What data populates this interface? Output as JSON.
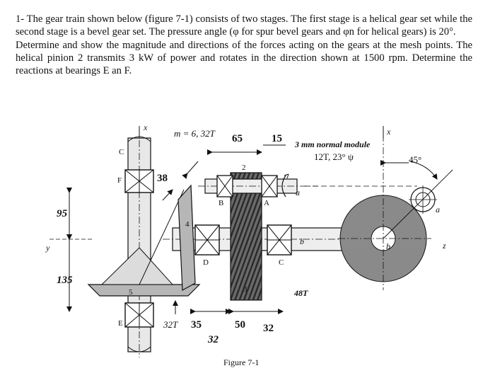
{
  "problem": {
    "paragraph1": "1- The gear train shown below (figure 7-1) consists of two stages. The first stage is a helical gear set while the second stage is a bevel gear set. The pressure angle (φ for spur bevel gears and φn for helical gears) is 20°.",
    "paragraph2": "Determine and show the magnitude and directions of the forces acting on the gears at the mesh points. The helical pinion 2 transmits 3 kW of power and rotates in the direction shown at 1500 rpm. Determine the reactions at bearings E an F."
  },
  "figure": {
    "caption": "Figure 7-1",
    "labels": {
      "x_top": "x",
      "x_right": "x",
      "y_axis": "y",
      "z_axis": "z",
      "bevel_spec": "m = 6, 32T",
      "helical_spec_1": "3 mm normal module",
      "helical_spec_2": "12T, 23° ψ",
      "angle": "45°",
      "dim_65": "65",
      "dim_15": "15",
      "dim_38": "38",
      "dim_95": "95",
      "dim_135": "135",
      "dim_35": "35",
      "dim_32T": "32T",
      "dim_32": "32",
      "dim_50": "50",
      "dim_32b": "32",
      "gear48": "48T",
      "C": "C",
      "F": "F",
      "E": "E",
      "B": "B",
      "A": "A",
      "D": "D",
      "a1": "a",
      "a2": "a",
      "b1": "b",
      "b2": "b",
      "n2": "2",
      "n3": "3",
      "n4": "4",
      "n5": "5"
    }
  }
}
